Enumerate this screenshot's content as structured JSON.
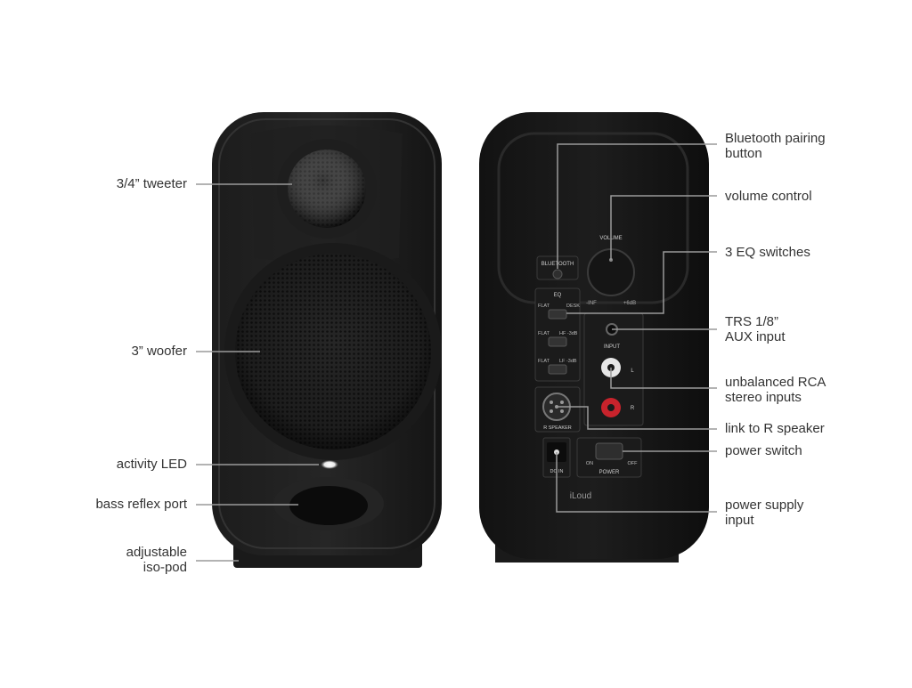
{
  "colors": {
    "background": "#ffffff",
    "speaker_body": "#161616",
    "speaker_face": "#2b2b2b",
    "leader_line": "#9a9a9a",
    "label_text": "#333333",
    "rca_red": "#c8232c",
    "rca_white": "#e6e6e6",
    "led_glow": "#f2f2f2"
  },
  "front_labels": {
    "tweeter": "3/4” tweeter",
    "woofer": "3” woofer",
    "led": "activity LED",
    "port": "bass reflex port",
    "isopod_line1": "adjustable",
    "isopod_line2": "iso-pod"
  },
  "back_labels": {
    "bluetooth_line1": "Bluetooth pairing",
    "bluetooth_line2": "button",
    "volume": "volume control",
    "eq": "3 EQ switches",
    "trs_line1": "TRS 1/8”",
    "trs_line2": "AUX input",
    "rca_line1": "unbalanced RCA",
    "rca_line2": "stereo inputs",
    "link": "link to R speaker",
    "power_switch": "power switch",
    "psu_line1": "power supply",
    "psu_line2": "input"
  },
  "panel_text": {
    "bluetooth": "BLUETOOTH",
    "volume": "VOLUME",
    "vol_min": "-INF",
    "vol_max": "+6dB",
    "eq": "EQ",
    "flat": "FLAT",
    "desk": "DESK",
    "hf": "HF -3dB",
    "lf": "LF -3dB",
    "input": "INPUT",
    "left": "L",
    "right": "R",
    "r_speaker": "R SPEAKER",
    "dc_in": "DC IN",
    "on": "ON",
    "off": "OFF",
    "power": "POWER",
    "brand": "iLoud"
  }
}
